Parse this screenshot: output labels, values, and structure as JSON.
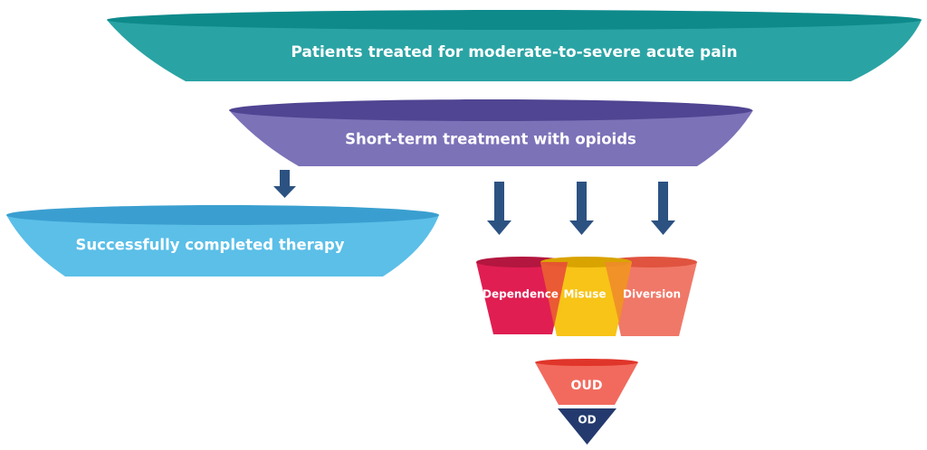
{
  "tiers": {
    "patients": {
      "label": "Patients treated for moderate-to-severe acute pain",
      "color": "#2aa3a4",
      "rim_color": "#0e8a8b"
    },
    "short_term": {
      "label": "Short-term treatment with opioids",
      "color": "#7b72b8",
      "rim_color": "#4f4592"
    },
    "completed": {
      "label": "Successfully completed therapy",
      "color": "#5bbfe8",
      "rim_color": "#3a9fd0"
    }
  },
  "cups": [
    {
      "label": "Dependence",
      "color": "#e01e52",
      "rim_color": "#b3163f"
    },
    {
      "label": "Misuse",
      "color": "#f7c417",
      "rim_color": "#d9a300"
    },
    {
      "label": "Diversion",
      "color": "#f07868",
      "rim_color": "#e0533f"
    }
  ],
  "outcomes": {
    "oud": {
      "label": "OUD",
      "color": "#f26a5e",
      "rim_color": "#e0352a"
    },
    "od": {
      "label": "OD",
      "color": "#243a6e"
    }
  },
  "arrow_color": "#2c5282"
}
